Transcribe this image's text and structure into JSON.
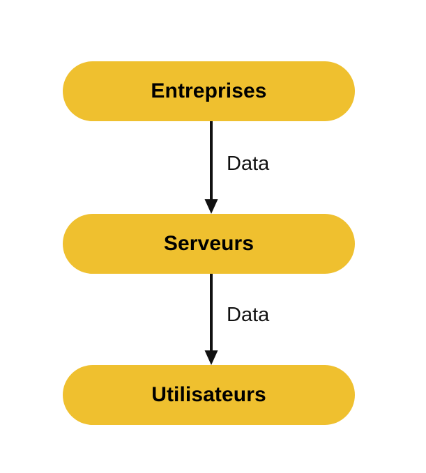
{
  "diagram": {
    "type": "flowchart",
    "orientation": "vertical-top-down",
    "background_color": "#ffffff",
    "node_color": "#efc02f",
    "text_color": "#000000",
    "arrow_color": "#111111",
    "nodes": [
      {
        "id": "entreprises",
        "label": "Entreprises"
      },
      {
        "id": "serveurs",
        "label": "Serveurs"
      },
      {
        "id": "utilisateurs",
        "label": "Utilisateurs"
      }
    ],
    "edges": [
      {
        "id": "edge-1",
        "from": "entreprises",
        "to": "serveurs",
        "label": "Data"
      },
      {
        "id": "edge-2",
        "from": "serveurs",
        "to": "utilisateurs",
        "label": "Data"
      }
    ]
  }
}
